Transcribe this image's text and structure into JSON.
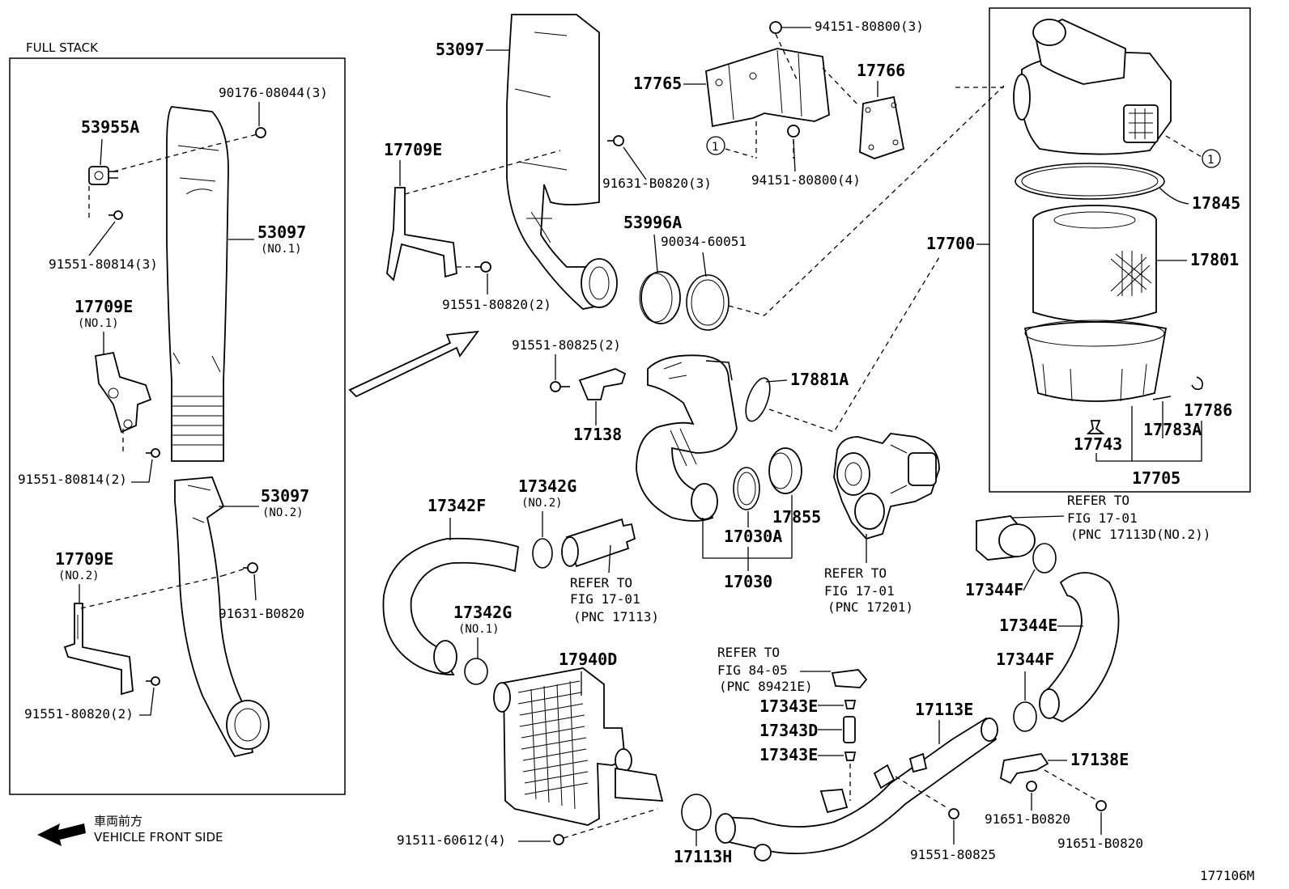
{
  "diagram": {
    "full_stack_label": "FULL STACK",
    "figure_code": "177106M",
    "direction_jp": "車両前方",
    "direction_en": "VEHICLE FRONT SIDE",
    "callouts": {
      "c_90176": "90176-08044(3)",
      "c_53955A": "53955A",
      "c_91551_80814_3": "91551-80814(3)",
      "c_53097_no1": "53097",
      "c_53097_no1_sub": "(NO.1)",
      "c_17709E_no1": "17709E",
      "c_17709E_no1_sub": "(NO.1)",
      "c_91551_80814_2": "91551-80814(2)",
      "c_53097_no2": "53097",
      "c_53097_no2_sub": "(NO.2)",
      "c_17709E_no2": "17709E",
      "c_17709E_no2_sub": "(NO.2)",
      "c_91631_B0820": "91631-B0820",
      "c_91551_80820_2_left": "91551-80820(2)",
      "c_53097_top": "53097",
      "c_17709E_top": "17709E",
      "c_91631_B0820_3": "91631-B0820(3)",
      "c_91551_80820_2_mid": "91551-80820(2)",
      "c_94151_80800_3": "94151-80800(3)",
      "c_17765": "17765",
      "c_17766": "17766",
      "c_94151_80800_4": "94151-80800(4)",
      "c_circle_1a": "1",
      "c_circle_1b": "1",
      "c_53996A": "53996A",
      "c_90034": "90034-60051",
      "c_91551_80825_2": "91551-80825(2)",
      "c_17138": "17138",
      "c_17881A": "17881A",
      "c_17700": "17700",
      "c_17845": "17845",
      "c_17801": "17801",
      "c_17786": "17786",
      "c_17783A": "17783A",
      "c_17743": "17743",
      "c_17705": "17705",
      "c_17342F": "17342F",
      "c_17342G_no2": "17342G",
      "c_17342G_no2_sub": "(NO.2)",
      "c_17030A": "17030A",
      "c_17855": "17855",
      "c_17030": "17030",
      "c_17342G_no1": "17342G",
      "c_17342G_no1_sub": "(NO.1)",
      "c_17940D": "17940D",
      "c_91511": "91511-60612(4)",
      "c_17113H": "17113H",
      "c_17343E_a": "17343E",
      "c_17343D": "17343D",
      "c_17343E_b": "17343E",
      "c_17113E": "17113E",
      "c_91551_80825": "91551-80825",
      "c_17344F_a": "17344F",
      "c_17344E": "17344E",
      "c_17344F_b": "17344F",
      "c_17138E": "17138E",
      "c_91651_a": "91651-B0820",
      "c_91651_b": "91651-B0820"
    },
    "references": {
      "r1_l1": "REFER TO",
      "r1_l2": "FIG 17-01",
      "r1_l3": "(PNC 17113)",
      "r2_l1": "REFER TO",
      "r2_l2": "FIG 17-01",
      "r2_l3": "(PNC 17201)",
      "r3_l1": "REFER TO",
      "r3_l2": "FIG 17-01",
      "r3_l3": "(PNC 17113D(NO.2))",
      "r4_l1": "REFER TO",
      "r4_l2": "FIG 84-05",
      "r4_l3": "(PNC 89421E)"
    }
  }
}
